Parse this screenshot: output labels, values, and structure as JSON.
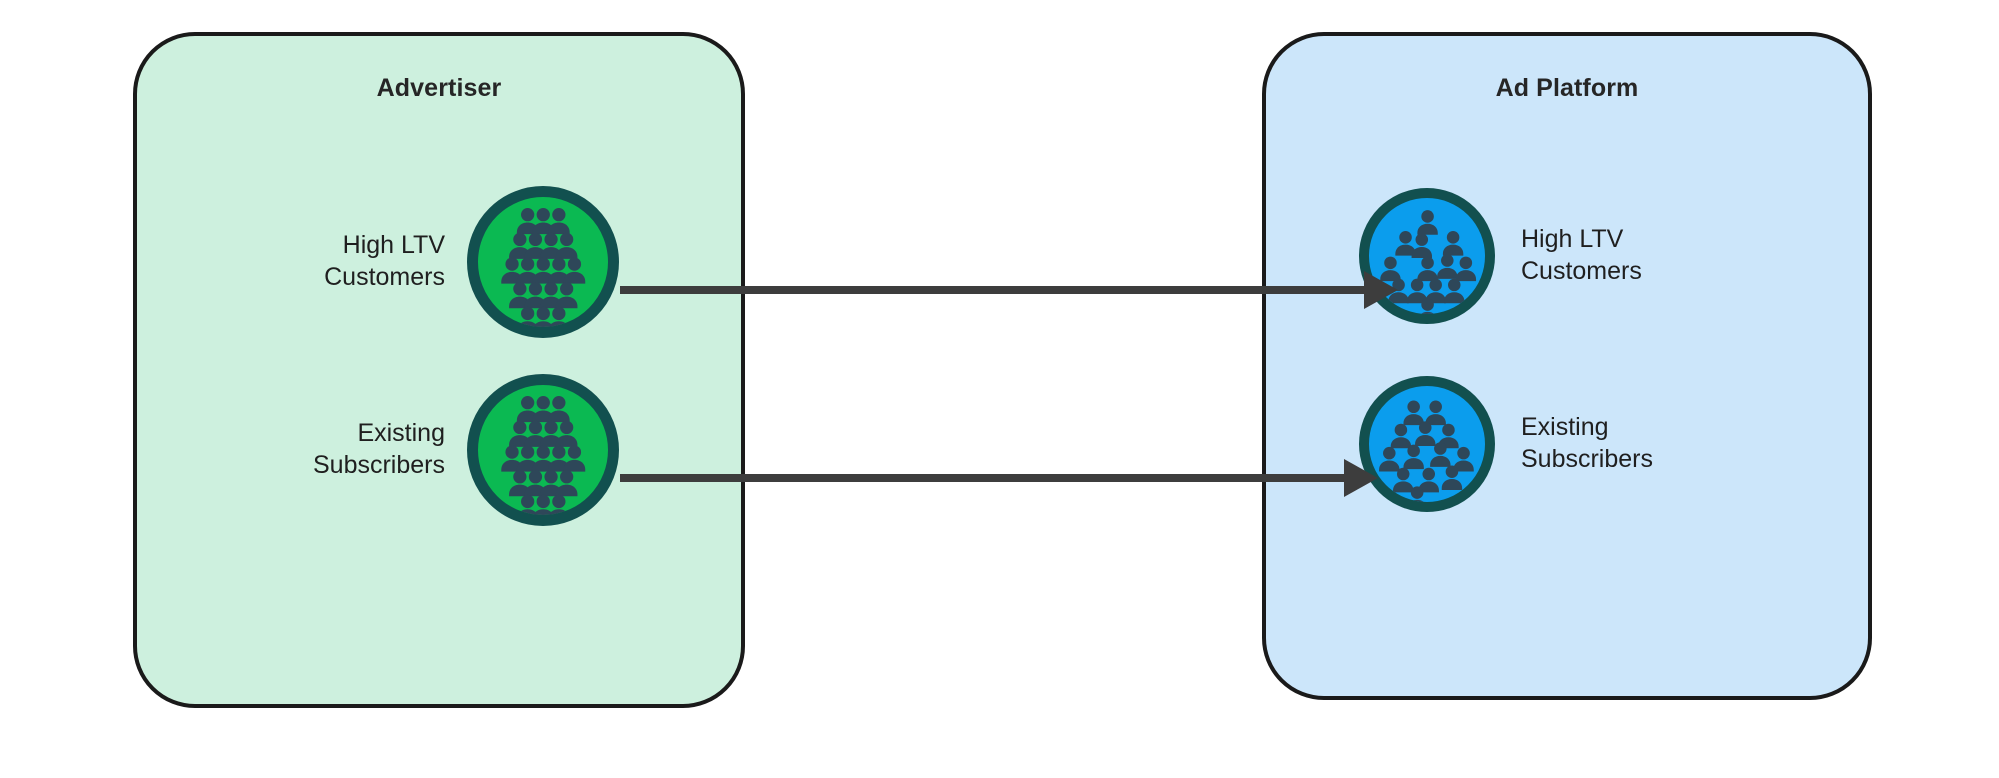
{
  "background_color": "#ffffff",
  "palette": {
    "advertiser_panel_fill": "#cdf0de",
    "ad_platform_panel_fill": "#cce6fa",
    "panel_border": "#1a1a1a",
    "advertiser_circle_fill": "#0bb952",
    "ad_platform_circle_fill": "#0b9ded",
    "circle_ring": "#12504f",
    "person_icon": "#2e4759",
    "arrow": "#3d3d3d",
    "text": "#1f1f1f"
  },
  "panels": {
    "advertiser": {
      "title": "Advertiser",
      "audiences": [
        {
          "label": "High LTV\nCustomers",
          "icon": "people-group-icon",
          "circle_color": "#0bb952"
        },
        {
          "label": "Existing\nSubscribers",
          "icon": "people-group-icon",
          "circle_color": "#0bb952"
        }
      ]
    },
    "ad_platform": {
      "title": "Ad Platform",
      "audiences": [
        {
          "label": "High LTV\nCustomers",
          "icon": "people-group-icon",
          "circle_color": "#0b9ded"
        },
        {
          "label": "Existing\nSubscribers",
          "icon": "people-group-icon",
          "circle_color": "#0b9ded"
        }
      ]
    }
  },
  "connectors": [
    {
      "from": "advertiser.high_ltv_customers",
      "to": "ad_platform.high_ltv_customers",
      "label": "",
      "icon": "arrow-right-icon"
    },
    {
      "from": "advertiser.existing_subscribers",
      "to": "ad_platform.existing_subscribers",
      "label": "",
      "icon": "arrow-right-icon"
    }
  ]
}
